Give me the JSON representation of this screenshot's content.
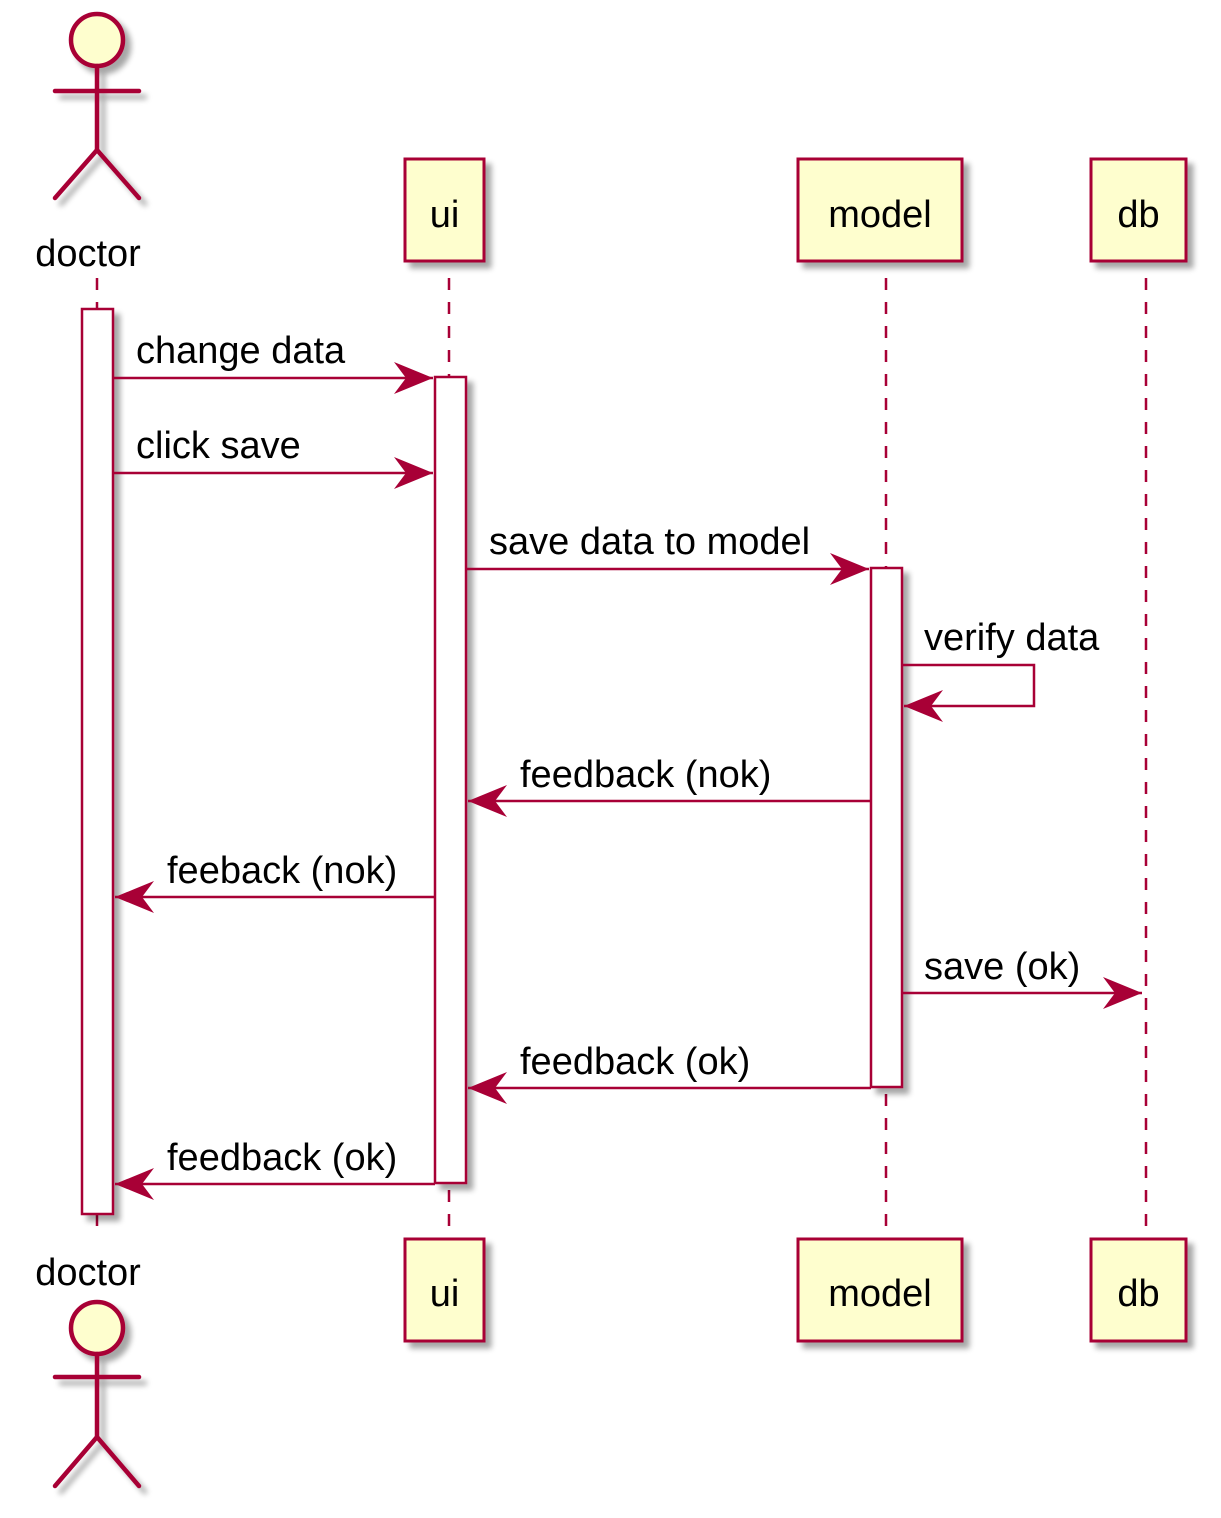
{
  "colors": {
    "line": "#A80036",
    "box_fill": "#FEFECE",
    "activation_fill": "#FFFFFF",
    "shadow": "#C8C8C8",
    "text": "#000000"
  },
  "participants": [
    {
      "id": "doctor",
      "label": "doctor",
      "kind": "actor"
    },
    {
      "id": "ui",
      "label": "ui",
      "kind": "participant"
    },
    {
      "id": "model",
      "label": "model",
      "kind": "participant"
    },
    {
      "id": "db",
      "label": "db",
      "kind": "participant"
    }
  ],
  "messages": [
    {
      "from": "doctor",
      "to": "ui",
      "label": "change data"
    },
    {
      "from": "doctor",
      "to": "ui",
      "label": "click save"
    },
    {
      "from": "ui",
      "to": "model",
      "label": "save data to model"
    },
    {
      "from": "model",
      "to": "model",
      "label": "verify data"
    },
    {
      "from": "model",
      "to": "ui",
      "label": "feedback (nok)"
    },
    {
      "from": "ui",
      "to": "doctor",
      "label": "feeback (nok)"
    },
    {
      "from": "model",
      "to": "db",
      "label": "save (ok)"
    },
    {
      "from": "model",
      "to": "ui",
      "label": "feedback (ok)"
    },
    {
      "from": "ui",
      "to": "doctor",
      "label": "feedback (ok)"
    }
  ]
}
